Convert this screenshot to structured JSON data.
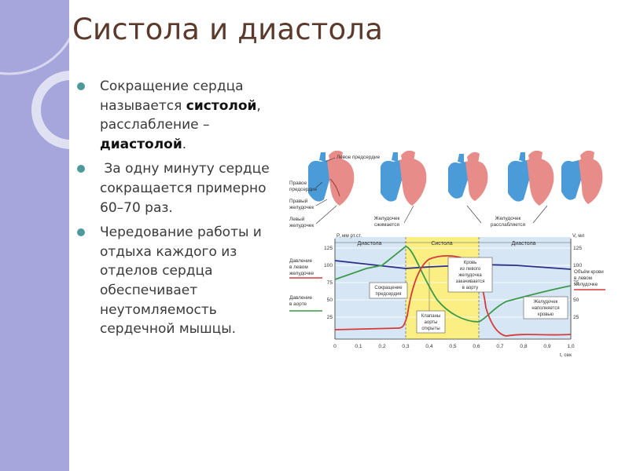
{
  "slide": {
    "title": "Систола и диастола",
    "bullets": [
      {
        "p1": "Сокращение сердца называется ",
        "b1": "систолой",
        "p2": ", расслабление – ",
        "b2": "диастолой",
        "p3": "."
      },
      {
        "text": " За одну минуту сердце сокращается примерно 60–70 раз."
      },
      {
        "text": "Чередование работы и отдыха каждого из отделов сердца обеспечивает неутомляемость сердечной мышцы."
      }
    ]
  },
  "figure": {
    "heart_labels": {
      "left_atrium": "Левое предсердие",
      "right_atrium": [
        "Правое",
        "предсердие"
      ],
      "right_ventricle": [
        "Правый",
        "желудочек"
      ],
      "left_ventricle": [
        "Левый",
        "желудочек"
      ],
      "ventricle_contracts": [
        "Желудочек",
        "сжимается"
      ],
      "ventricle_relaxes": [
        "Желудочек",
        "расслабляется"
      ]
    },
    "phases": [
      "Диастола",
      "Систола",
      "Диастола"
    ],
    "left_axis_label": "P, мм рт.ст.",
    "right_axis_label": "V, мл",
    "time_label": "t, сек",
    "left_ticks": [
      "125",
      "100",
      "75",
      "50",
      "25"
    ],
    "right_ticks": [
      "125",
      "100",
      "75",
      "50",
      "25"
    ],
    "x_ticks": [
      "0",
      "0,1",
      "0,2",
      "0,3",
      "0,4",
      "0,5",
      "0,6",
      "0,7",
      "0,8",
      "0,9",
      "1,0"
    ],
    "side_labels": {
      "lv_pressure": [
        "Давление",
        "в левом",
        "желудочке"
      ],
      "aorta_pressure": [
        "Давление",
        "в аорте"
      ],
      "lv_volume": [
        "Объём крови",
        "в левом",
        "желудочке"
      ]
    },
    "callouts": {
      "atrial_contraction": [
        "Сокращение",
        "предсердия"
      ],
      "valves_open": [
        "Клапаны",
        "аорты",
        "открыты"
      ],
      "blood_pumped": [
        "Кровь",
        "из левого",
        "желудочка",
        "закачивается",
        "в аорту"
      ],
      "ventricle_fills": [
        "Желудочек",
        "наполняется",
        "кровью"
      ]
    },
    "colors": {
      "lv_pressure": "#d63a3a",
      "aorta_pressure": "#3b9a4a",
      "lv_volume": "#2b2f86",
      "systole_band": "#fbef84",
      "chart_bg": "#d6e6f5"
    }
  }
}
